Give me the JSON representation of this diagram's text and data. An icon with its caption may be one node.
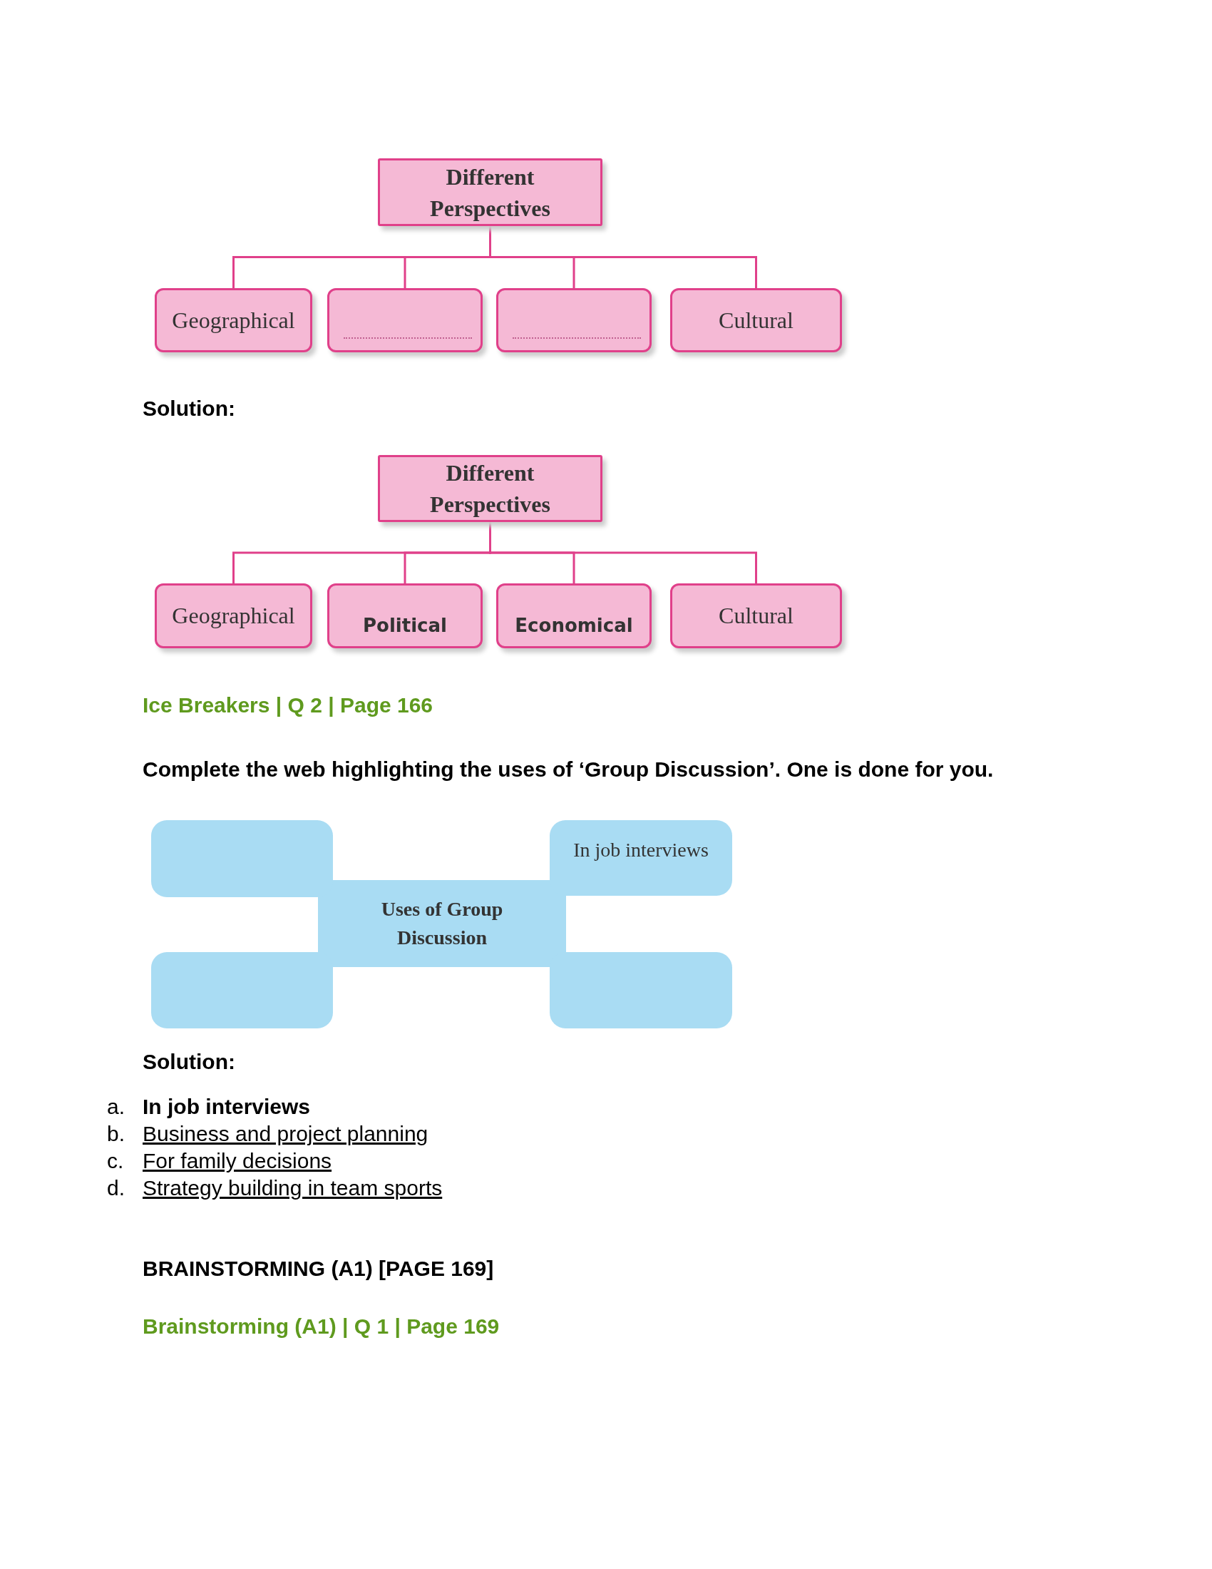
{
  "diagram": {
    "nodes": [
      {
        "text": [
          "Different Perspectives"
        ]
      },
      {
        "text": [
          "Geographical"
        ]
      },
      {
        "text": [],
        "shape": "box"
      },
      {
        "text": [],
        "shape": "box"
      },
      {
        "text": [
          "Cultural"
        ]
      },
      {
        "text": [
          "Different Perspectives"
        ]
      },
      {
        "text": [
          "Geographical"
        ]
      },
      {
        "text": [
          "Political"
        ]
      },
      {
        "text": [
          "Economical"
        ]
      },
      {
        "text": [
          "Cultural"
        ]
      },
      {
        "text": [],
        "shape": "box"
      },
      {
        "text": [
          "In job interviews"
        ]
      },
      {
        "text": [
          "Uses of Group Discussion"
        ]
      },
      {
        "text": [],
        "shape": "box"
      },
      {
        "text": [],
        "shape": "box"
      }
    ],
    "edges": [
      {
        "from": 0,
        "to": 1,
        "arrow": "none"
      },
      {
        "from": 0,
        "to": 2,
        "arrow": "none"
      },
      {
        "from": 0,
        "to": 3,
        "arrow": "none"
      },
      {
        "from": 0,
        "to": 4,
        "arrow": "none"
      },
      {
        "from": 5,
        "to": 6,
        "arrow": "none"
      },
      {
        "from": 5,
        "to": 7,
        "arrow": "none"
      },
      {
        "from": 5,
        "to": 8,
        "arrow": "none"
      },
      {
        "from": 5,
        "to": 9,
        "arrow": "none"
      }
    ],
    "labels": [
      "Solution:",
      "Ice Breakers | Q 2 | Page 166",
      "Complete the web highlighting the uses of ‘Group Discussion’. One is done for you.",
      "Solution:",
      "a.",
      "In job interviews",
      "b.",
      "Business and project planning",
      "c.",
      "For family decisions",
      "d.",
      "Strategy building in team sports",
      "BRAINSTORMING (A1) [PAGE 169]",
      "Brainstorming (A1) | Q 1 | Page 169"
    ]
  }
}
